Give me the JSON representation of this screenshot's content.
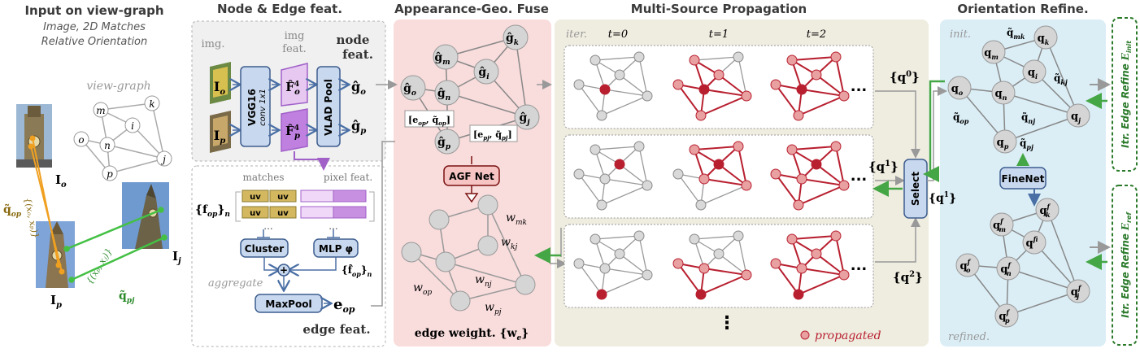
{
  "sections": {
    "input_title": "Input on view-graph",
    "input_sub1": "Image, 2D Matches",
    "input_sub2": "Relative Orientation",
    "node_edge_title": "Node & Edge feat.",
    "fuse_title": "Appearance-Geo. Fuse",
    "propagation_title": "Multi-Source Propagation",
    "refine_title": "Orientation Refine."
  },
  "input": {
    "viewgraph_label": "view-graph",
    "nodes": [
      "m",
      "k",
      "i",
      "o",
      "n",
      "j",
      "p"
    ],
    "img_o": "I",
    "img_o_sub": "o",
    "img_p": "I",
    "img_p_sub": "p",
    "img_j": "I",
    "img_j_sub": "j",
    "q_op": "q̃",
    "q_op_sub": "op",
    "q_pj": "q̃",
    "q_pj_sub": "pj",
    "match_op": "{(xₒ, xₚ)}",
    "match_pj": "{(xₚ, xⱼ)}"
  },
  "node_feat": {
    "img_label": "img.",
    "imgfeat_label1": "img",
    "imgfeat_label2": "feat.",
    "nodefeat_label1": "node",
    "nodefeat_label2": "feat.",
    "I_o": "I",
    "I_o_sub": "o",
    "I_p": "I",
    "I_p_sub": "p",
    "vgg_line1": "VGG16",
    "vgg_line2": "conv 1x1",
    "F_o": "F̂",
    "F_o_sub": "o",
    "F_p": "F̂",
    "F_p_sub": "p",
    "F_sup": "4",
    "vlad": "VLAD Pool",
    "g_o": "ĝ",
    "g_o_sub": "o",
    "g_p": "ĝ",
    "g_p_sub": "p"
  },
  "edge_feat": {
    "matches_label": "matches",
    "pixel_label": "pixel feat.",
    "uv": "uv",
    "ellipsis": "...",
    "f_set": "{f",
    "f_set_sub": "op",
    "f_set_end": "}",
    "f_set_n": "n",
    "cluster": "Cluster",
    "mlp": "MLP φ",
    "f_hat": "{f̂",
    "f_hat_sub": "op",
    "f_hat_end": "}",
    "f_hat_n": "n",
    "aggregate": "aggregate",
    "plus": "+",
    "maxpool": "MaxPool",
    "e_op": "e",
    "e_op_sub": "op",
    "edge_feat_label": "edge feat."
  },
  "fuse": {
    "nodes": [
      {
        "t": "ĝ",
        "s": "k"
      },
      {
        "t": "ĝ",
        "s": "m"
      },
      {
        "t": "ĝ",
        "s": "i"
      },
      {
        "t": "ĝ",
        "s": "o"
      },
      {
        "t": "ĝ",
        "s": "n"
      },
      {
        "t": "ĝ",
        "s": "j"
      },
      {
        "t": "ĝ",
        "s": "p"
      }
    ],
    "edge_op": "[e",
    "edge_op_sub": "op",
    "edge_op_mid": ", q̃",
    "edge_op_sub2": "op",
    "edge_op_end": "]",
    "edge_pj": "[e",
    "edge_pj_sub": "pj",
    "edge_pj_mid": ", q̃",
    "edge_pj_sub2": "pj",
    "edge_pj_end": "]",
    "agf": "AGF Net",
    "weights": [
      {
        "t": "w",
        "s": "mk"
      },
      {
        "t": "w",
        "s": "kj"
      },
      {
        "t": "w",
        "s": "op"
      },
      {
        "t": "w",
        "s": "nj"
      },
      {
        "t": "w",
        "s": "pj"
      }
    ],
    "edge_weight_label": "edge weight. {w",
    "edge_weight_sub": "e",
    "edge_weight_end": "}"
  },
  "propagation": {
    "iter_label": "iter.",
    "t0": "t=0",
    "t1": "t=1",
    "t2": "t=2",
    "ellipsis": "...",
    "vdots": "⋮",
    "q0": "{q",
    "q0_sup": "0",
    "q1": "{q",
    "q1_sup": "1",
    "q2": "{q",
    "q2_sup": "2",
    "q_end": "}",
    "select": "Select",
    "propagated_label": "propagated",
    "node_color": "#d9d9d9",
    "prop_color": "#e8a0a0",
    "prop_dark": "#b82030"
  },
  "refine": {
    "init_label": "init.",
    "refined_label": "refined.",
    "finenet": "FineNet",
    "q1_out": "{q",
    "q1_out_sup": "1",
    "q_end": "}",
    "init_nodes": [
      {
        "t": "q",
        "s": "k"
      },
      {
        "t": "q",
        "s": "m"
      },
      {
        "t": "q",
        "s": "i"
      },
      {
        "t": "q",
        "s": "o"
      },
      {
        "t": "q",
        "s": "n"
      },
      {
        "t": "q",
        "s": "j"
      },
      {
        "t": "q",
        "s": "p"
      }
    ],
    "init_edges": [
      {
        "t": "q̃",
        "s": "mk"
      },
      {
        "t": "q̃",
        "s": "kj"
      },
      {
        "t": "q̃",
        "s": "op"
      },
      {
        "t": "q̃",
        "s": "nj"
      },
      {
        "t": "q̃",
        "s": "pj"
      }
    ],
    "ref_nodes": [
      {
        "t": "q",
        "s": "m",
        "sup": "f"
      },
      {
        "t": "q",
        "s": "k",
        "sup": "f"
      },
      {
        "t": "q",
        "s": "i",
        "sup": "f"
      },
      {
        "t": "q",
        "s": "o",
        "sup": "f"
      },
      {
        "t": "q",
        "s": "n",
        "sup": "f"
      },
      {
        "t": "q",
        "s": "j",
        "sup": "f"
      },
      {
        "t": "q",
        "s": "p",
        "sup": "f"
      }
    ],
    "itr_top": "Itr. Edge Refine",
    "itr_top_E": "E",
    "itr_top_sub": "init",
    "itr_bot": "Itr. Edge Refine",
    "itr_bot_E": "E",
    "itr_bot_sub": "ref"
  },
  "colors": {
    "title": "#3a3a3a",
    "panel_pink": "#f9dcdc",
    "panel_khaki": "#efece0",
    "panel_blue": "#dbeef6",
    "box_blue": "#c8d8ee",
    "box_blue_border": "#3d5d8e",
    "green": "#44a644",
    "orange": "#f0a020",
    "node_gray": "#d5d5d5",
    "purple": "#a060c8",
    "tan": "#d4b860"
  }
}
